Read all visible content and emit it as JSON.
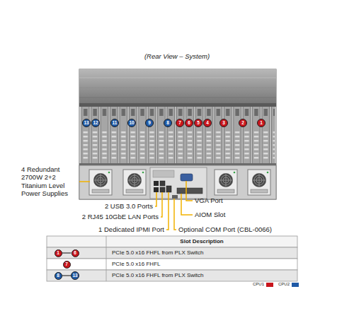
{
  "diagram": {
    "title": "(Rear View – System)",
    "nodes": [
      {
        "text": [
          "13"
        ]
      },
      {
        "text": [
          "12"
        ]
      },
      {
        "text": [
          "11"
        ]
      },
      {
        "text": [
          "10"
        ]
      },
      {
        "text": [
          "9"
        ]
      },
      {
        "text": [
          "8"
        ]
      },
      {
        "text": [
          "7"
        ]
      },
      {
        "text": [
          "6"
        ]
      },
      {
        "text": [
          "5"
        ]
      },
      {
        "text": [
          "4"
        ]
      },
      {
        "text": [
          "3"
        ]
      },
      {
        "text": [
          "2"
        ]
      },
      {
        "text": [
          "1"
        ]
      },
      {
        "text": [
          "1"
        ]
      },
      {
        "text": [
          "6"
        ]
      },
      {
        "text": [
          "7"
        ]
      },
      {
        "text": [
          "8"
        ]
      },
      {
        "text": [
          "13"
        ]
      }
    ],
    "edges": [
      {
        "from": 13,
        "to": 14,
        "arrow": "none"
      },
      {
        "from": 16,
        "to": 17,
        "arrow": "none"
      }
    ],
    "labels": [
      "4 Redundant 2700W 2+2 Titanium Level Power Supplies",
      "2 USB 3.0 Ports",
      "2 RJ45 10GbE LAN Ports",
      "1 Dedicated IPMI Port",
      "VGA Port",
      "AIOM Slot",
      "Optional COM Port (CBL-0066)",
      "Slot Description",
      "PCIe 5.0 x16 FHFL from PLX Switch",
      "PCIe 5.0 x16 FHFL",
      "PCIe 5.0 x16 FHFL from PLX Switch"
    ],
    "legend": [
      {
        "text": "CPU1",
        "color": "#c8161d"
      },
      {
        "text": "CPU2",
        "color": "#1f5aa6"
      }
    ]
  }
}
